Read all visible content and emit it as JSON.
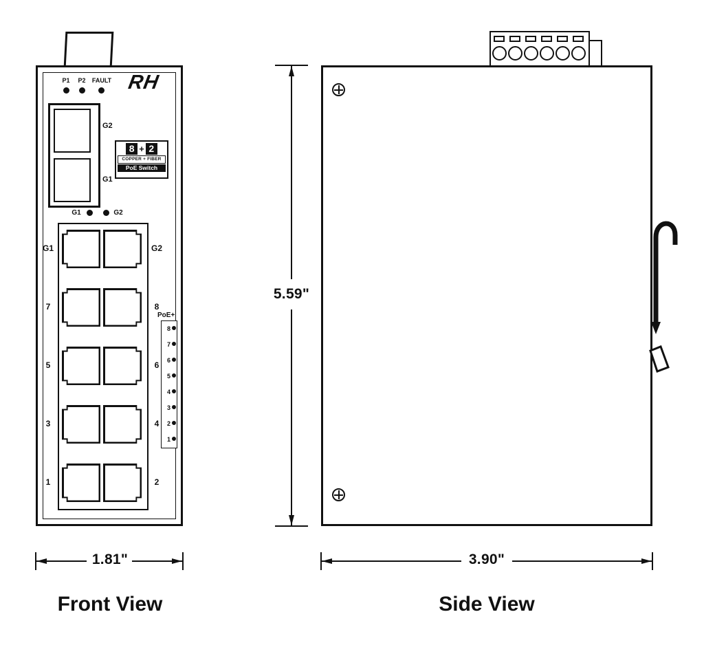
{
  "front_view": {
    "label": "Front View",
    "width_dim": "1.81\"",
    "logo_text": "RH",
    "status_leds": {
      "p1": "P1",
      "p2": "P2",
      "fault": "FAULT"
    },
    "sfp": {
      "top_label": "G2",
      "bottom_label": "G1"
    },
    "badge": {
      "left_digit": "8",
      "plus": "+",
      "right_digit": "2",
      "line2": "COPPER + FIBER",
      "line3": "PoE Switch"
    },
    "uplink_leds": {
      "left": "G1",
      "right": "G2"
    },
    "port_rows": [
      {
        "left": "G1",
        "right": "G2"
      },
      {
        "left": "7",
        "right": "8"
      },
      {
        "left": "5",
        "right": "6"
      },
      {
        "left": "3",
        "right": "4"
      },
      {
        "left": "1",
        "right": "2"
      }
    ],
    "poe_panel": {
      "title": "PoE+",
      "leds": [
        "8",
        "7",
        "6",
        "5",
        "4",
        "3",
        "2",
        "1"
      ]
    }
  },
  "side_view": {
    "label": "Side View",
    "height_dim": "5.59\"",
    "depth_dim": "3.90\""
  }
}
